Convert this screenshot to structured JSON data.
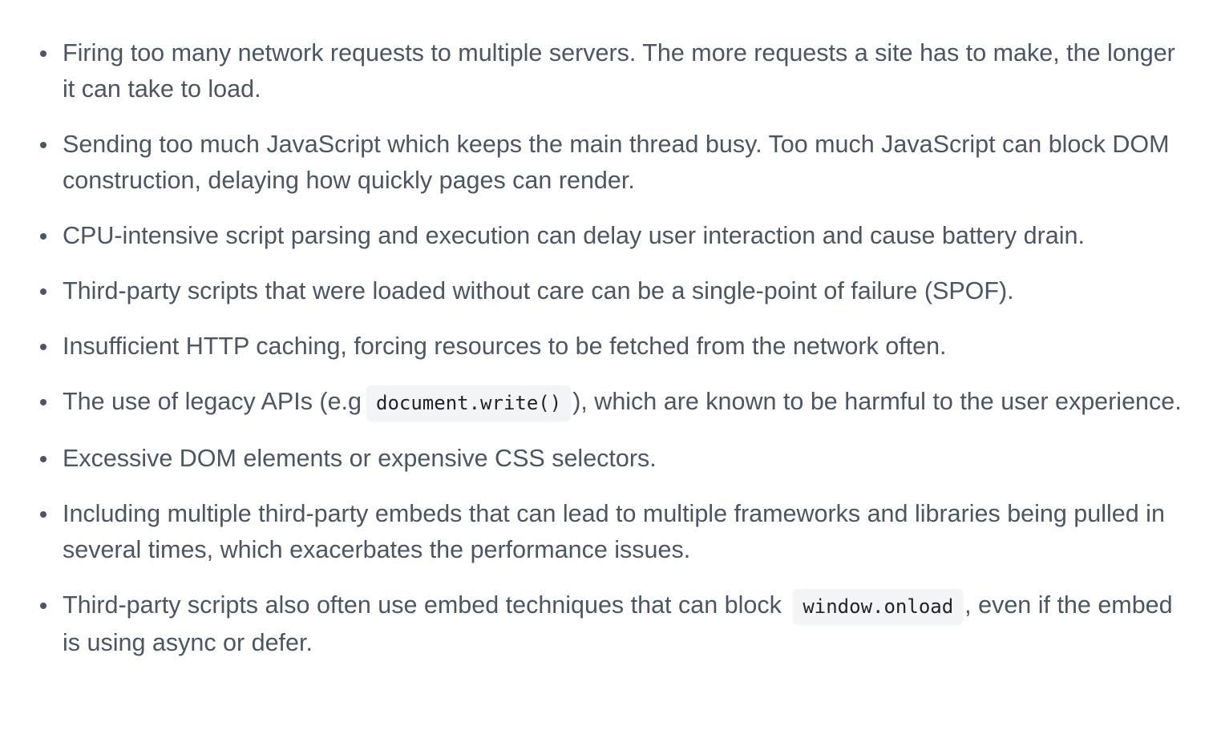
{
  "items": [
    {
      "text": "Firing too many network requests to multiple servers. The more requests a site has to make, the longer it can take to load."
    },
    {
      "text": "Sending too much JavaScript which keeps the main thread busy. Too much JavaScript can block DOM construction, delaying how quickly pages can render."
    },
    {
      "text": "CPU-intensive script parsing and execution can delay user interaction and cause battery drain."
    },
    {
      "text": "Third-party scripts that were loaded without care can be a single-point of failure (SPOF)."
    },
    {
      "text": "Insufficient HTTP caching, forcing resources to be fetched from the network often."
    },
    {
      "before": "The use of legacy APIs (e.g",
      "code": "document.write()",
      "after": "), which are known to be harmful to the user experience."
    },
    {
      "text": "Excessive DOM elements or expensive CSS selectors."
    },
    {
      "text": "Including multiple third-party embeds that can lead to multiple frameworks and libraries being pulled in several times, which exacerbates the performance issues."
    },
    {
      "before": "Third-party scripts also often use embed techniques that can block",
      "code": "window.onload",
      "after": ", even if the embed is using async or defer."
    }
  ]
}
